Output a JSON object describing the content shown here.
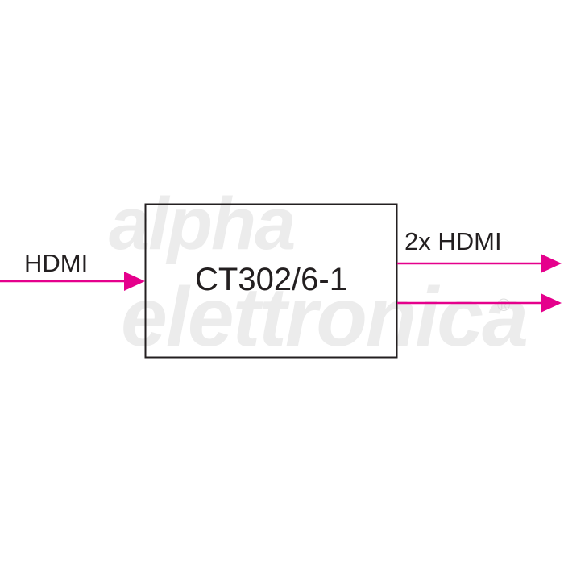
{
  "diagram": {
    "input_label": "HDMI",
    "output_label": "2x HDMI",
    "device_label": "CT302/6-1",
    "watermark_line1": "alpha",
    "watermark_line2": "elettronica",
    "registered_symbol": "®",
    "colors": {
      "arrow": "#e5008c",
      "box_border": "#231f20",
      "text": "#231f20",
      "watermark": "#ececec",
      "background": "#ffffff"
    },
    "icons": [
      "arrow-right-icon"
    ]
  }
}
